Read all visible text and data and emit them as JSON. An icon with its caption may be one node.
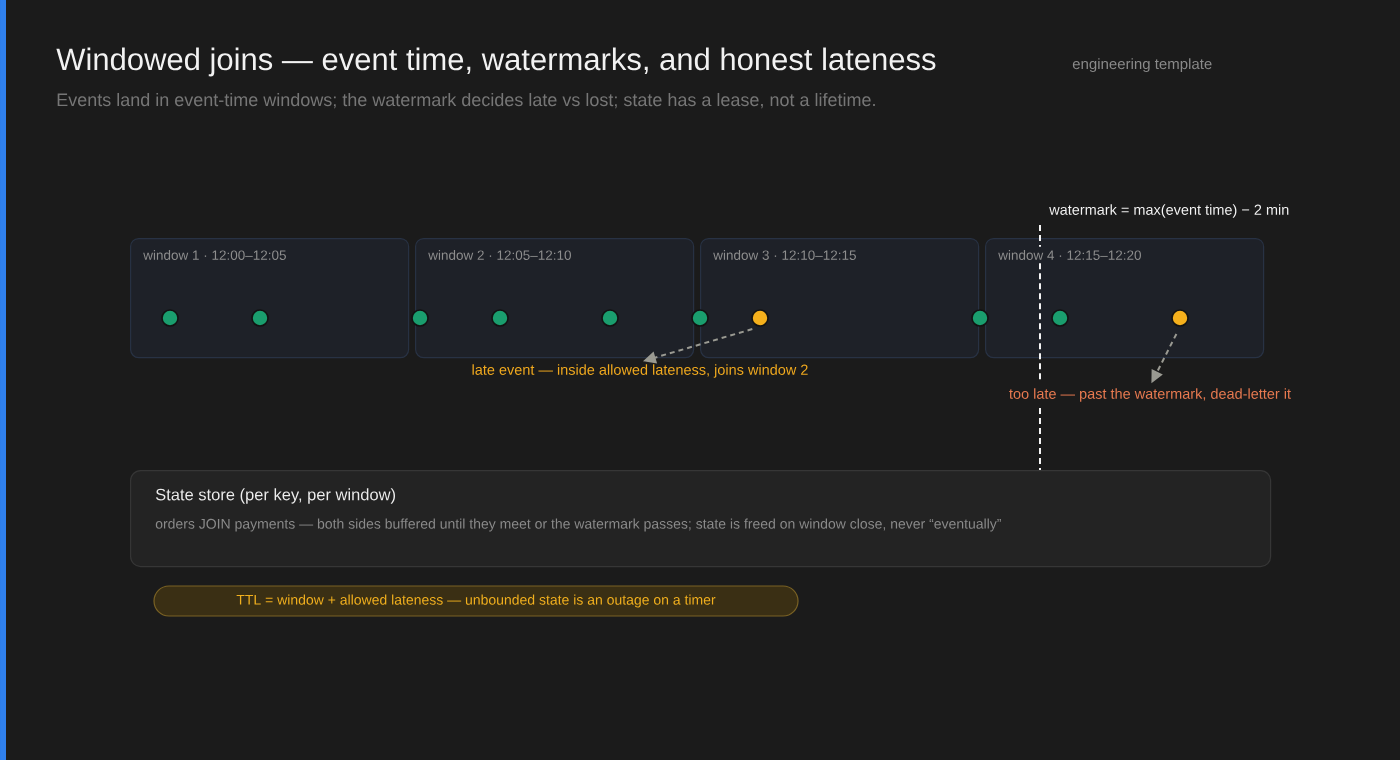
{
  "diagram": {
    "title": "Windowed joins — event time, watermarks, and honest lateness",
    "nodes": [
      {
        "text": [
          "window 1 · 12:00–12:05"
        ]
      },
      {
        "text": [],
        "shape": "circle",
        "in": 0
      },
      {
        "text": [],
        "shape": "circle",
        "in": 0
      },
      {
        "text": [],
        "shape": "circle"
      },
      {
        "text": [
          "window 2 · 12:05–12:10"
        ]
      },
      {
        "text": [],
        "shape": "circle",
        "in": 4
      },
      {
        "text": [],
        "shape": "circle",
        "in": 4
      },
      {
        "text": [],
        "shape": "circle"
      },
      {
        "text": [
          "window 3 · 12:10–12:15"
        ]
      },
      {
        "text": [],
        "shape": "circle",
        "in": 8
      },
      {
        "text": [],
        "shape": "circle"
      },
      {
        "text": [
          "window 4 · 12:15–12:20"
        ]
      },
      {
        "text": [],
        "shape": "circle",
        "in": 11
      },
      {
        "text": [],
        "shape": "circle",
        "in": 11
      },
      {
        "text": [
          "late event — inside allowed lateness, joins window 2"
        ]
      },
      {
        "text": [
          "too late — past the watermark, dead-letter it"
        ]
      },
      {
        "text": [
          "State store (per key, per window)",
          "orders JOIN payments — both sides buffered until they meet or the watermark passes; state is freed on window close, never “eventually”"
        ]
      },
      {
        "text": [
          "TTL = window + allowed lateness — unbounded state is an outage on a timer"
        ]
      }
    ],
    "edges": [
      {
        "from": 9,
        "to": 14,
        "arrow": "to",
        "style": "dashed"
      },
      {
        "from": 13,
        "to": 15,
        "arrow": "to",
        "style": "dashed"
      }
    ],
    "labels": [
      "engineering template",
      "Events land in event-time windows; the watermark decides late vs lost; state has a lease, not a lifetime.",
      "watermark = max(event time) − 2 min"
    ]
  }
}
